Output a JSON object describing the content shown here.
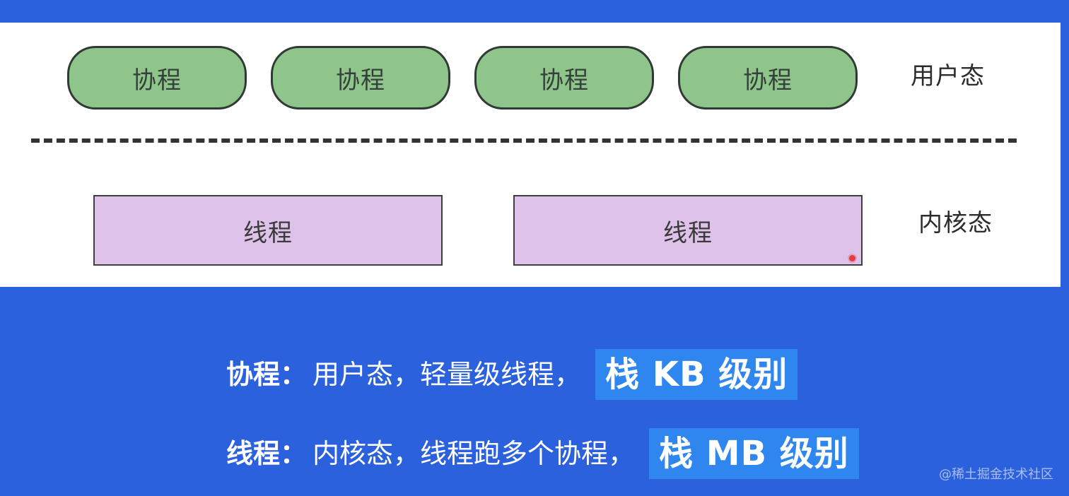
{
  "diagram": {
    "user_layer": {
      "coroutines": [
        {
          "label": "协程"
        },
        {
          "label": "协程"
        },
        {
          "label": "协程"
        },
        {
          "label": "协程"
        }
      ],
      "label": "用户态"
    },
    "kernel_layer": {
      "threads": [
        {
          "label": "线程"
        },
        {
          "label": "线程"
        }
      ],
      "label": "内核态"
    }
  },
  "description": {
    "line1": {
      "term": "协程：",
      "text": "用户态，轻量级线程，",
      "highlight": "栈 KB 级别"
    },
    "line2": {
      "term": "线程：",
      "text": "内核态，线程跑多个协程，",
      "highlight": "栈 MB 级别"
    }
  },
  "watermark": "@稀土掘金技术社区",
  "colors": {
    "background": "#2b61dc",
    "coroutine_fill": "#8fc58a",
    "thread_fill": "#dfc2ea",
    "highlight": "#2f86ee"
  }
}
